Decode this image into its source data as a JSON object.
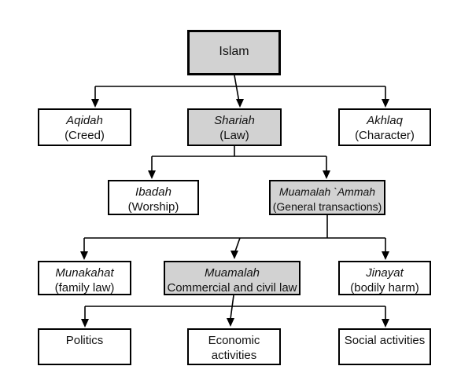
{
  "diagram": {
    "type": "flowchart",
    "colors": {
      "highlight_fill": "#d2d2d2",
      "node_fill": "#ffffff",
      "border": "#000000",
      "line": "#000000",
      "text": "#111111"
    },
    "nodes": {
      "islam": {
        "label": "Islam",
        "highlighted": true
      },
      "aqidah": {
        "term": "Aqidah",
        "desc": "(Creed)",
        "highlighted": false
      },
      "shariah": {
        "term": "Shariah",
        "desc": "(Law)",
        "highlighted": true
      },
      "akhlaq": {
        "term": "Akhlaq",
        "desc": "(Character)",
        "highlighted": false
      },
      "ibadah": {
        "term": "Ibadah",
        "desc": "(Worship)",
        "highlighted": false
      },
      "muamalah_ammah": {
        "term": "Muamalah `Ammah",
        "desc": "(General transactions)",
        "highlighted": true
      },
      "munakahat": {
        "term": "Munakahat",
        "desc": "(family law)",
        "highlighted": false
      },
      "muamalah": {
        "term": "Muamalah",
        "desc": "Commercial and civil law",
        "highlighted": true
      },
      "jinayat": {
        "term": "Jinayat",
        "desc": "(bodily harm)",
        "highlighted": false
      },
      "politics": {
        "label": "Politics",
        "highlighted": false
      },
      "economic": {
        "label_line1": "Economic",
        "label_line2": "activities",
        "highlighted": false
      },
      "social": {
        "label": "Social activities",
        "highlighted": false
      }
    },
    "edges": [
      "Islam -> Aqidah",
      "Islam -> Shariah",
      "Islam -> Akhlaq",
      "Shariah -> Ibadah",
      "Shariah -> Muamalah `Ammah",
      "Muamalah `Ammah -> Munakahat",
      "Muamalah `Ammah -> Muamalah",
      "Muamalah `Ammah -> Jinayat",
      "Muamalah -> Politics",
      "Muamalah -> Economic activities",
      "Muamalah -> Social activities"
    ]
  }
}
